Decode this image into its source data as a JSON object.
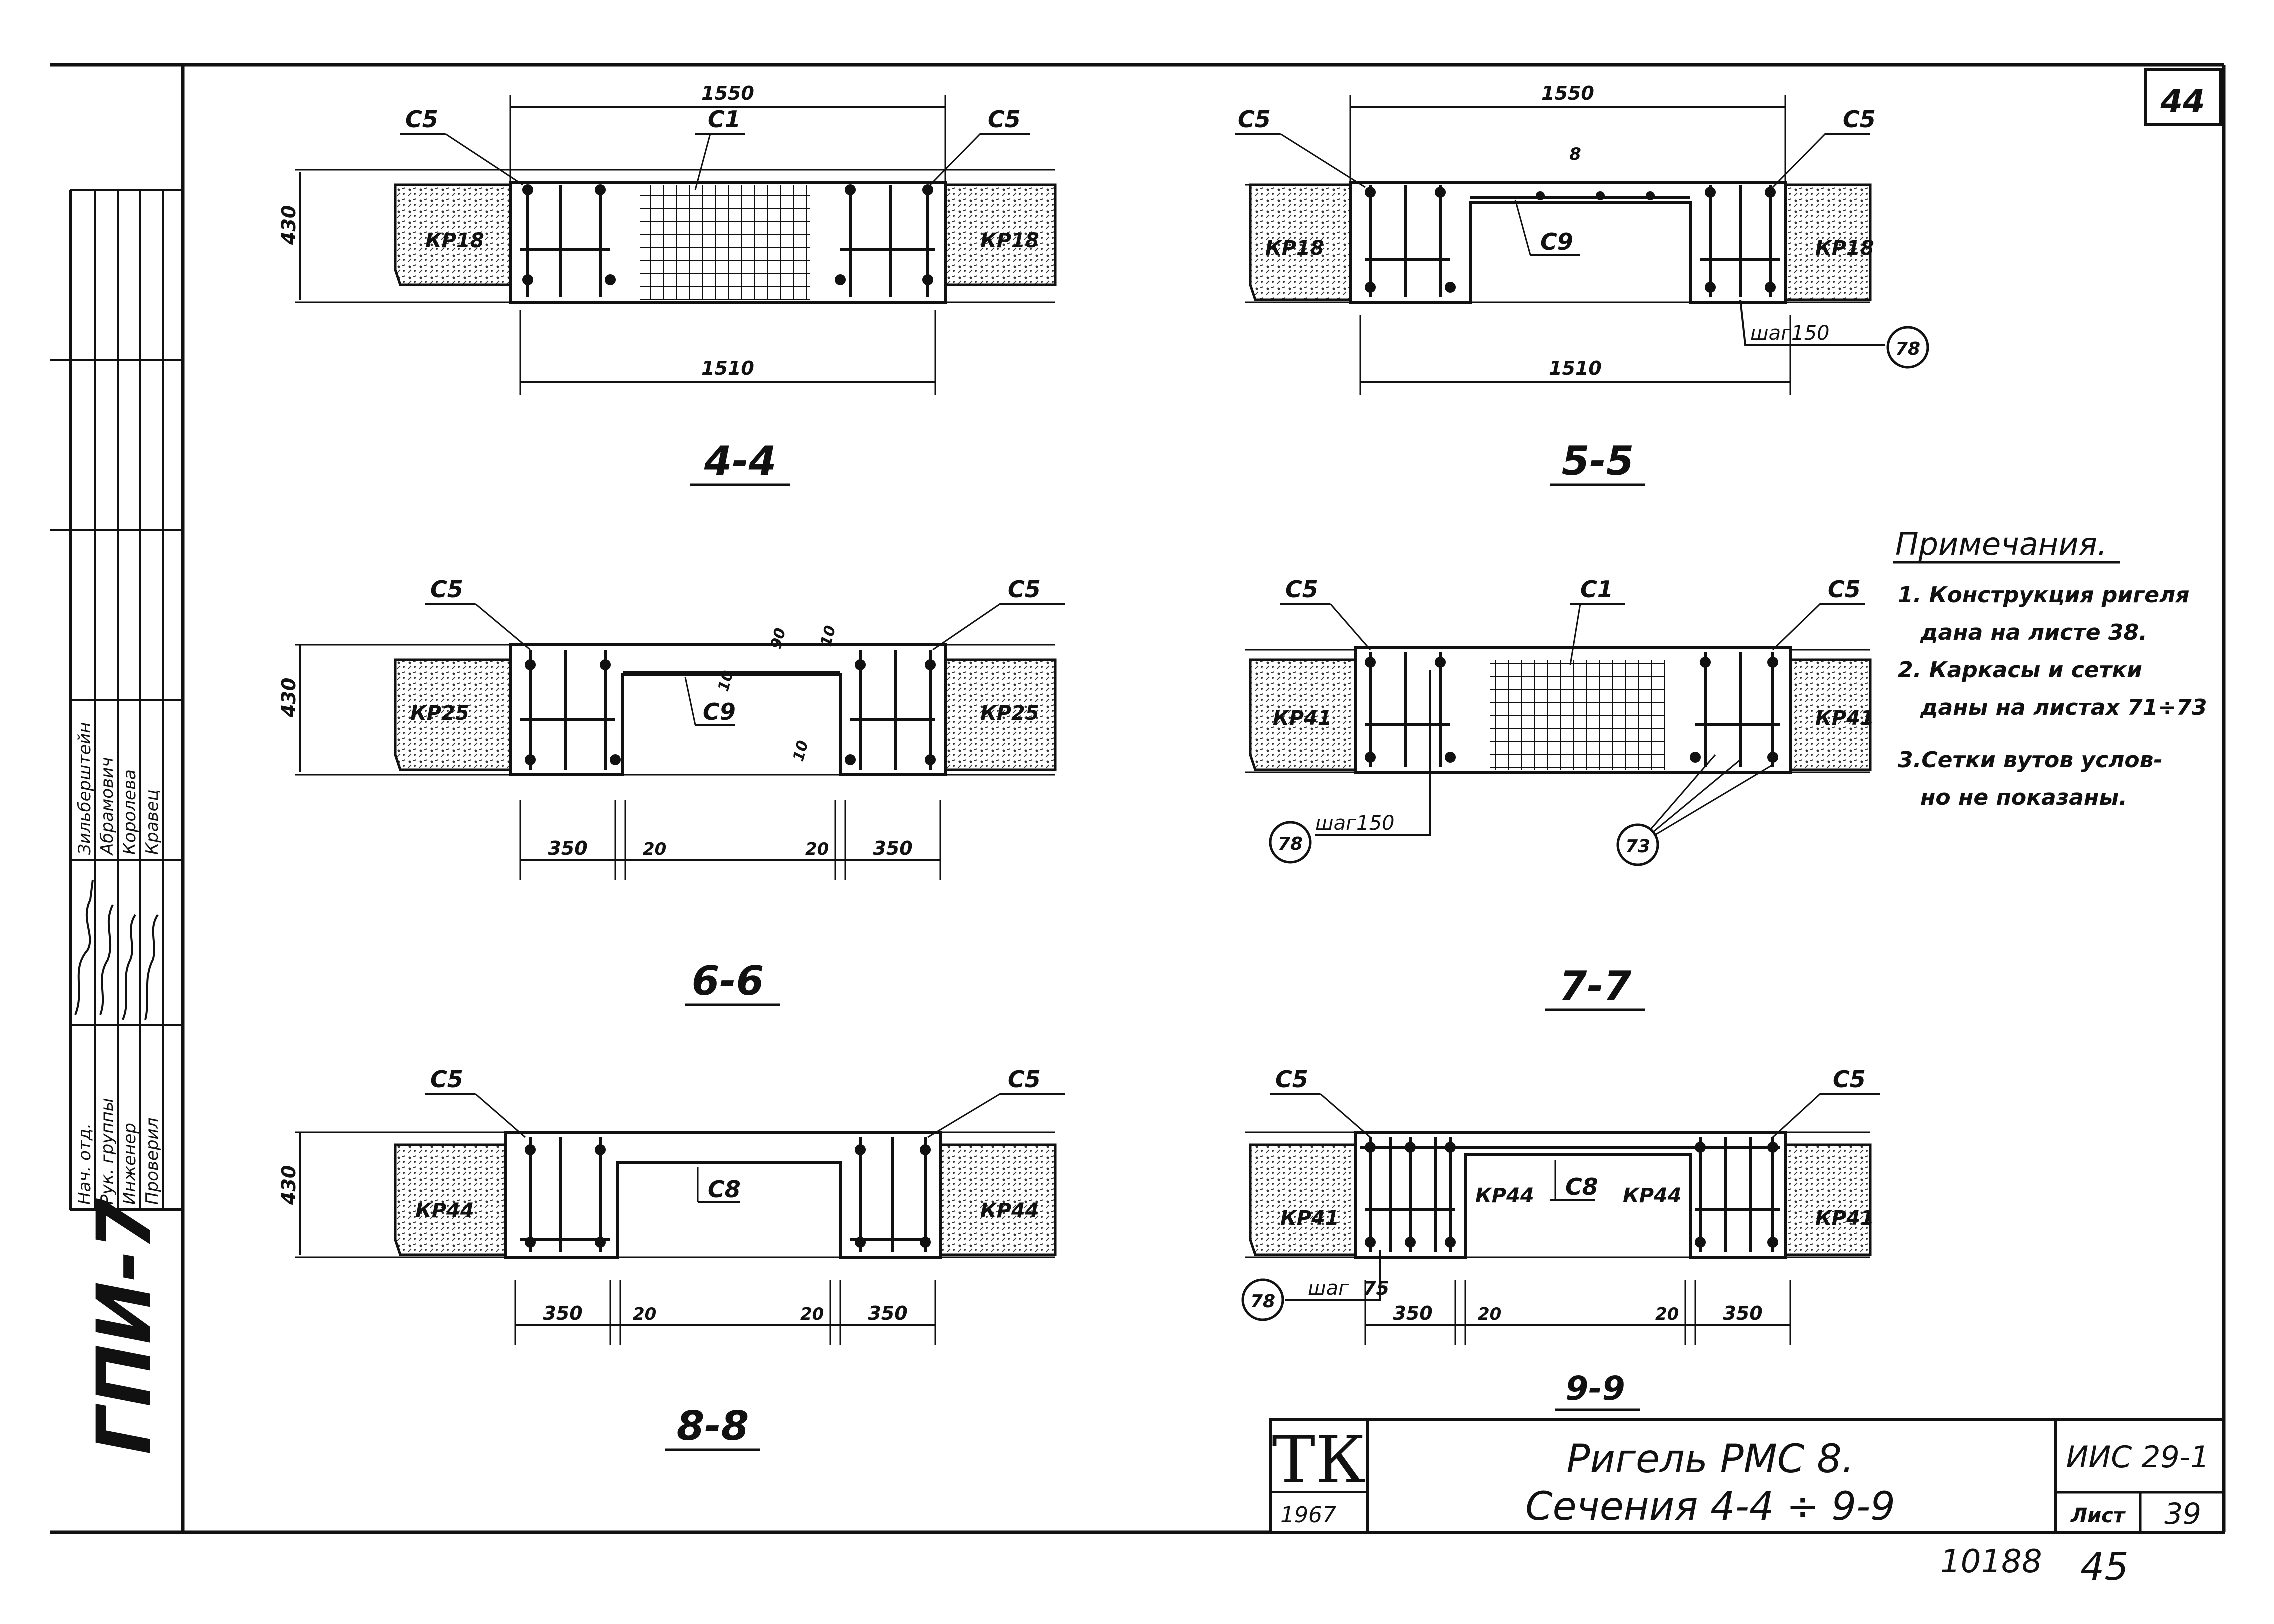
{
  "sheet_number": "44",
  "series_code": "ГПИ-7",
  "sections": [
    {
      "title": "4-4",
      "overall_dim": "1550",
      "bottom_dim": "1510",
      "height_dim": "430",
      "labels": {
        "left_mesh": "C5",
        "center": "C1",
        "right_mesh": "C5",
        "left_frame": "КР18",
        "right_frame": "КР18"
      }
    },
    {
      "title": "5-5",
      "overall_dim": "1550",
      "bottom_dim": "1510",
      "center_dim": "8",
      "labels": {
        "left_mesh": "C5",
        "center": "C9",
        "right_mesh": "C5",
        "left_frame": "КР18",
        "right_frame": "КР18"
      },
      "callout": {
        "text": "шаг150",
        "ref": "78"
      }
    },
    {
      "title": "6-6",
      "height_dim": "430",
      "inner_dims": [
        "90",
        "10",
        "10",
        "10"
      ],
      "labels": {
        "left_mesh": "C5",
        "center": "C9",
        "right_mesh": "C5",
        "left_frame": "КР25",
        "right_frame": "КР25"
      },
      "dims": [
        "350",
        "20",
        "20",
        "350"
      ]
    },
    {
      "title": "7-7",
      "labels": {
        "left_mesh": "C5",
        "center": "C1",
        "right_mesh": "C5",
        "left_frame": "КР41",
        "right_frame": "КР41"
      },
      "callout": {
        "text": "шаг150",
        "ref": "78"
      },
      "ref2": "73"
    },
    {
      "title": "8-8",
      "height_dim": "430",
      "labels": {
        "left_mesh": "C5",
        "center": "C8",
        "right_mesh": "C5",
        "left_frame": "КР44",
        "right_frame": "КР44"
      },
      "dims": [
        "350",
        "20",
        "20",
        "350"
      ]
    },
    {
      "title": "9-9",
      "labels": {
        "left_mesh": "C5",
        "center": "C8",
        "right_mesh": "C5",
        "left_frame": "КР41",
        "right_frame": "КР41",
        "inner_left": "КР44",
        "inner_right": "КР44"
      },
      "callout": {
        "text": "шаг",
        "ref": "78",
        "num": "75"
      },
      "dims": [
        "350",
        "20",
        "20",
        "350"
      ]
    }
  ],
  "notes": {
    "heading": "Примечания.",
    "items": [
      "1. Конструкция ригеля",
      "дана на листе 38.",
      "2. Каркасы и сетки",
      "даны на листах 71÷73",
      "3.Сетки вутов услов-",
      "но не показаны."
    ]
  },
  "side_stamp": {
    "roles": [
      "Нач. отд.",
      "Рук. группы",
      "Инженер",
      "Проверил"
    ],
    "names": [
      "Зильберштейн",
      "Абрамович",
      "Королева",
      "Кравец"
    ]
  },
  "title_block": {
    "logo": "ТК",
    "year": "1967",
    "title_line1": "Ригель РМС 8.",
    "title_line2": "Сечения 4-4 ÷ 9-9",
    "code": "ИИС 29-1",
    "sheet_label": "Лист",
    "sheet_value": "39"
  },
  "footer": {
    "archive_no": "10188",
    "page": "45"
  }
}
